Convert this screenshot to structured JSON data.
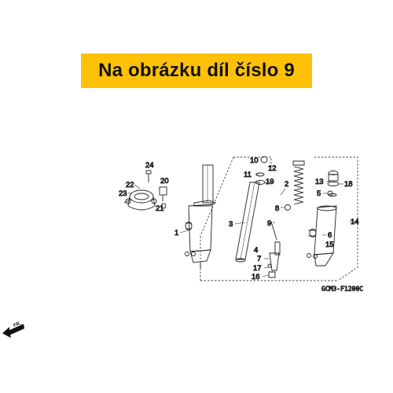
{
  "banner": {
    "text": "Na obrázku díl číslo 9",
    "color": "#ffc107"
  },
  "diagram": {
    "code": "GCM3-F1200C",
    "direction": "FR.",
    "callouts": [
      "1",
      "2",
      "3",
      "4",
      "5",
      "6",
      "7",
      "8",
      "9",
      "10",
      "11",
      "12",
      "13",
      "14",
      "15",
      "16",
      "17",
      "18",
      "19",
      "20",
      "21",
      "22",
      "23",
      "24"
    ]
  }
}
